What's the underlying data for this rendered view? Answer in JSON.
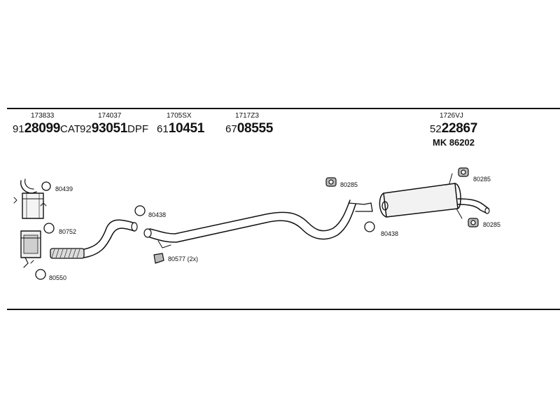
{
  "parts": [
    {
      "ref": "173833",
      "prefix": "91",
      "code": "28099",
      "suffix": "CAT"
    },
    {
      "ref": "174037",
      "prefix": "92",
      "code": "93051",
      "suffix": "DPF"
    },
    {
      "ref": "1705SX",
      "prefix": "61",
      "code": "10451",
      "suffix": ""
    },
    {
      "ref": "1717Z3",
      "prefix": "67",
      "code": "08555",
      "suffix": ""
    },
    {
      "ref": "1726VJ",
      "prefix": "52",
      "code": "22867",
      "suffix": "",
      "extra": "MK  86202"
    }
  ],
  "callouts": [
    "80439",
    "80752",
    "80550",
    "80438",
    "80577 (2x)",
    "80285",
    "80438",
    "80285",
    "80285"
  ]
}
